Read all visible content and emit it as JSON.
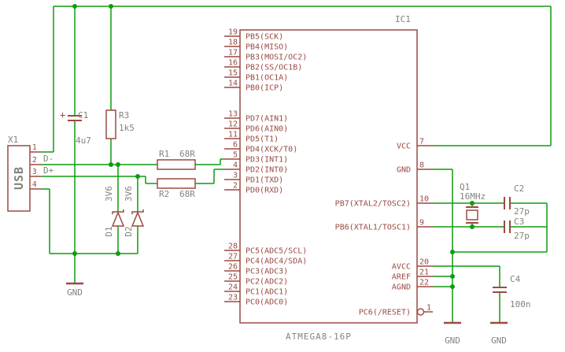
{
  "colors": {
    "wire": "#0f9b0f",
    "symbol": "#9a4a42",
    "label": "#83837b"
  },
  "connector": {
    "ref": "X1",
    "label": "USB",
    "pin_numbers": [
      "1",
      "2",
      "3",
      "4"
    ],
    "d_minus": "D-",
    "d_plus": "D+"
  },
  "components": {
    "c1": {
      "ref": "C1",
      "value": "4u7",
      "polarity": "+"
    },
    "r3": {
      "ref": "R3",
      "value": "1k5"
    },
    "r1": {
      "ref": "R1",
      "value": "68R"
    },
    "r2": {
      "ref": "R2",
      "value": "68R"
    },
    "d1": {
      "ref": "D1",
      "value": "3V6"
    },
    "d2": {
      "ref": "D2",
      "value": "3V6"
    },
    "q1": {
      "ref": "Q1",
      "value": "16MHz"
    },
    "c2": {
      "ref": "C2",
      "value": "27p"
    },
    "c3": {
      "ref": "C3",
      "value": "27p"
    },
    "c4": {
      "ref": "C4",
      "value": "100n"
    }
  },
  "ic": {
    "ref": "IC1",
    "part": "ATMEGA8-16P",
    "left_pins": [
      {
        "num": "19",
        "name": "PB5(SCK)"
      },
      {
        "num": "18",
        "name": "PB4(MISO)"
      },
      {
        "num": "17",
        "name": "PB3(MOSI/OC2)"
      },
      {
        "num": "16",
        "name": "PB2(SS/OC1B)"
      },
      {
        "num": "15",
        "name": "PB1(OC1A)"
      },
      {
        "num": "14",
        "name": "PB0(ICP)"
      },
      {
        "num": "13",
        "name": "PD7(AIN1)"
      },
      {
        "num": "12",
        "name": "PD6(AIN0)"
      },
      {
        "num": "11",
        "name": "PD5(T1)"
      },
      {
        "num": "6",
        "name": "PD4(XCK/T0)"
      },
      {
        "num": "5",
        "name": "PD3(INT1)"
      },
      {
        "num": "4",
        "name": "PD2(INT0)"
      },
      {
        "num": "3",
        "name": "PD1(TXD)"
      },
      {
        "num": "2",
        "name": "PD0(RXD)"
      },
      {
        "num": "28",
        "name": "PC5(ADC5/SCL)"
      },
      {
        "num": "27",
        "name": "PC4(ADC4/SDA)"
      },
      {
        "num": "26",
        "name": "PC3(ADC3)"
      },
      {
        "num": "25",
        "name": "PC2(ADC2)"
      },
      {
        "num": "24",
        "name": "PC1(ADC1)"
      },
      {
        "num": "23",
        "name": "PC0(ADC0)"
      }
    ],
    "right_pins": [
      {
        "num": "7",
        "name": "VCC"
      },
      {
        "num": "8",
        "name": "GND"
      },
      {
        "num": "10",
        "name": "PB7(XTAL2/TOSC2)"
      },
      {
        "num": "9",
        "name": "PB6(XTAL1/TOSC1)"
      },
      {
        "num": "20",
        "name": "AVCC"
      },
      {
        "num": "21",
        "name": "AREF"
      },
      {
        "num": "22",
        "name": "AGND"
      },
      {
        "num": "1",
        "name": "PC6(/RESET)"
      }
    ]
  },
  "grounds": {
    "left": "GND",
    "mid": "GND",
    "right": "GND"
  }
}
